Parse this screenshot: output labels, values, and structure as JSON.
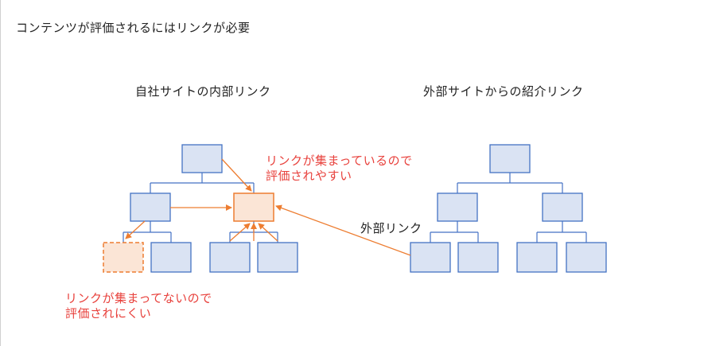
{
  "headline": "コンテンツが評価されるにはリンクが必要",
  "left_diagram": {
    "title": "自社サイトの内部リンク",
    "note_top_line1": "リンクが集まっているので",
    "note_top_line2": "評価されやすい",
    "note_bottom_line1": "リンクが集まってないので",
    "note_bottom_line2": "評価されにくい"
  },
  "right_diagram": {
    "title": "外部サイトからの紹介リンク",
    "external_link_label": "外部リンク"
  },
  "colors": {
    "box_fill": "#dae3f3",
    "box_stroke": "#4472c4",
    "highlight_fill": "#fbe5d6",
    "highlight_stroke": "#ed7d31",
    "arrow": "#ed7d31",
    "annotation_text": "#e8413c"
  }
}
